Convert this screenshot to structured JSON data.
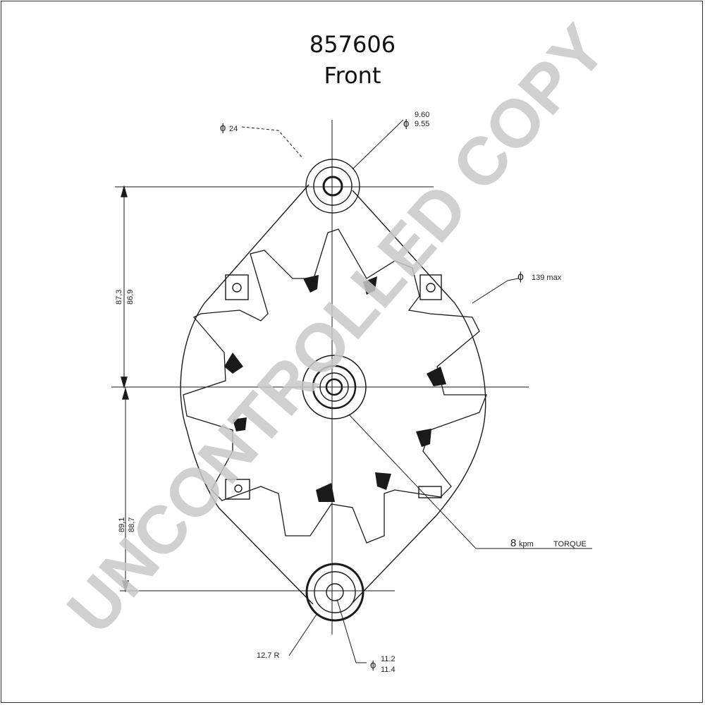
{
  "header": {
    "part_number": "857606",
    "view": "Front"
  },
  "dimensions": {
    "dia_24": "24",
    "dia_upper_hole_top": "9.60",
    "dia_upper_hole_bottom": "9.55",
    "dia_body": "139 max",
    "height_upper_a": "87,3",
    "height_upper_b": "86,9",
    "height_lower_a": "89,1",
    "height_lower_b": "88,7",
    "torque_value": "8",
    "torque_unit": "kpm",
    "torque_label": "TORQUE",
    "radius": "12,7 R",
    "dia_lower_hole_top": "11.2",
    "dia_lower_hole_bottom": "11.4",
    "dia_symbol": "ϕ"
  },
  "watermark": "UNCONTROLLED COPY",
  "colors": {
    "line": "#1a1a1a",
    "watermark": "#c8c8c8"
  }
}
